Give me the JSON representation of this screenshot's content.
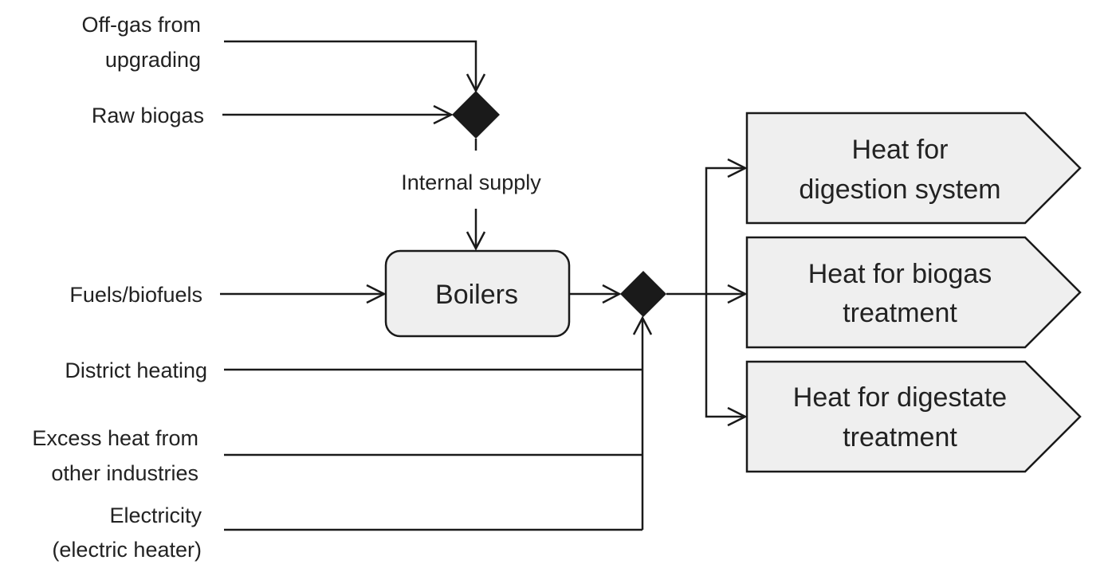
{
  "inputs": {
    "offgas": [
      "Off-gas from",
      "upgrading"
    ],
    "raw_biogas": "Raw biogas",
    "internal_supply": "Internal supply",
    "fuels": "Fuels/biofuels",
    "district_heating": "District heating",
    "excess_heat": [
      "Excess heat from",
      "other industries"
    ],
    "electricity": [
      "Electricity",
      "(electric heater)"
    ]
  },
  "process": {
    "boilers": "Boilers"
  },
  "outputs": [
    {
      "lines": [
        "Heat for",
        "digestion system"
      ]
    },
    {
      "lines": [
        "Heat for biogas",
        "treatment"
      ]
    },
    {
      "lines": [
        "Heat for digestate",
        "treatment"
      ]
    }
  ]
}
